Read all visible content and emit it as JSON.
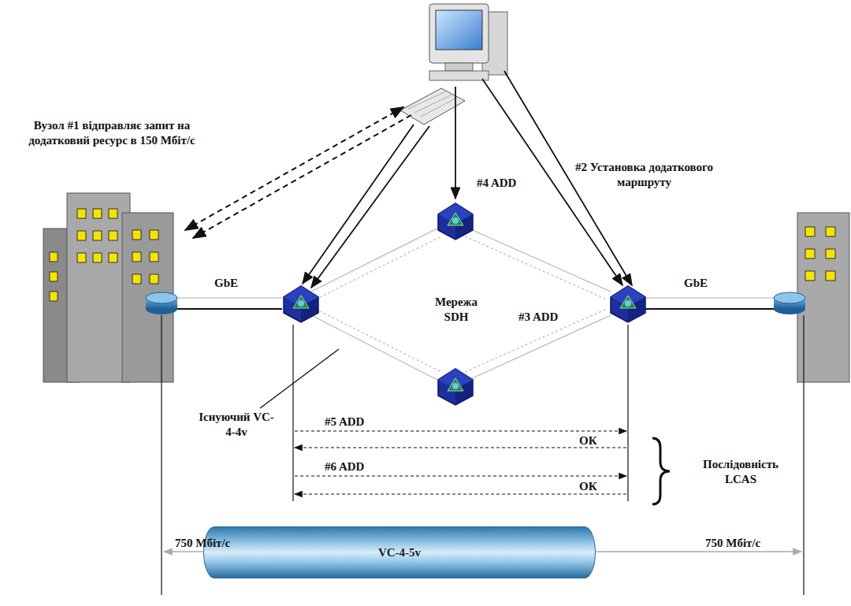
{
  "diagram": {
    "nodes": [
      {
        "text": [
          "VC-4-5v"
        ]
      }
    ],
    "labels": [
      "Вузол #1 відправляє запит на додатковий ресурс в 150 Мбіт/с",
      "#2 Установка додаткового маршруту",
      "#4 ADD",
      "GbE",
      "Мережа SDH",
      "#3 ADD",
      "GbE",
      "Існуючий VC-4-4v",
      "#5 ADD",
      "ОК",
      "#6 ADD",
      "ОК",
      "Послідовність LCAS",
      "750 Мбіт/с",
      "750 Мбіт/с"
    ]
  }
}
